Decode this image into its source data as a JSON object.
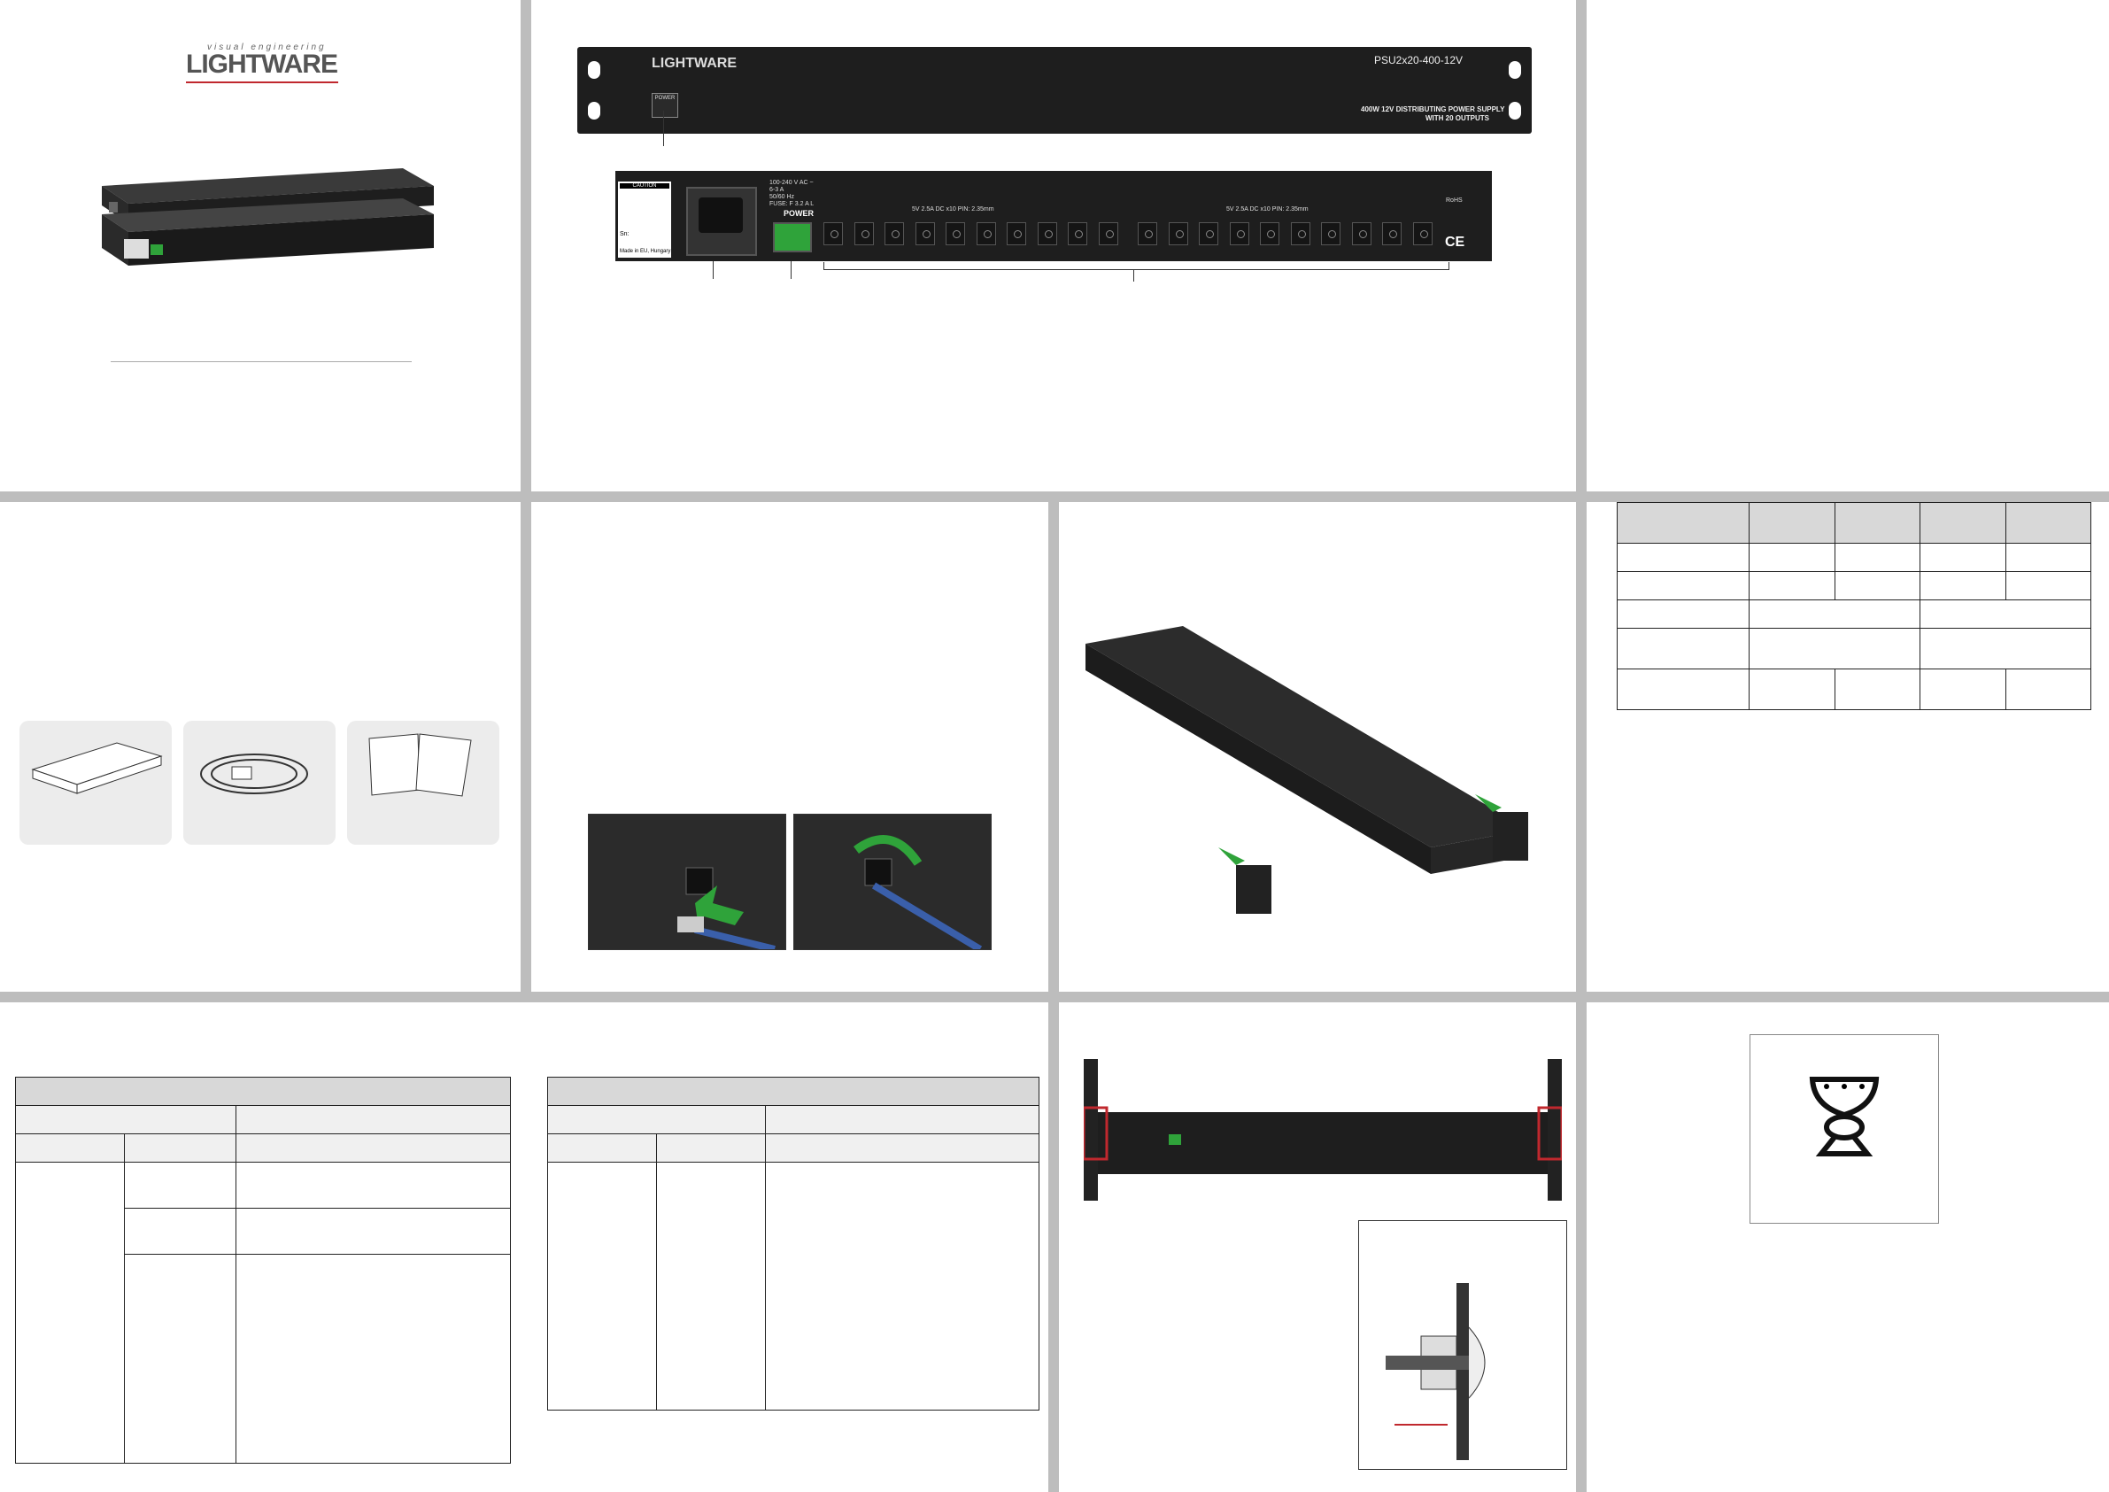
{
  "brand": {
    "logo_tagline": "visual engineering",
    "logo_text": "LIGHTWARE",
    "logo_accent": "#c0282e"
  },
  "front_panel": {
    "model": "PSU2x20-400-12V",
    "description_line1": "400W 12V DISTRIBUTING POWER SUPPLY",
    "description_line2": "WITH 20 OUTPUTS",
    "power_button_label": "POWER"
  },
  "rear_panel": {
    "voltage_rating": "100-240 V AC ~",
    "current_rating": "6-3 A",
    "frequency": "50/60 Hz",
    "fuse": "FUSE: F 3.2 A L",
    "power_label": "POWER",
    "group1_label": "5V 2.5A DC x10   PIN: 2.35mm",
    "group2_label": "5V 2.5A DC x10   PIN: 2.35mm",
    "caution_label": "CAUTION",
    "serial_label": "Sn:",
    "made_in": "Made in EU, Hungary",
    "rohs": "RoHS",
    "ce": "CE"
  },
  "colors": {
    "panel_bg": "#ffffff",
    "divider": "#bdbdbd",
    "device_dark": "#1e1e1e",
    "table_header": "#d8d8d8",
    "arrow_green": "#2fa33a",
    "highlight_red": "#c0282e"
  }
}
